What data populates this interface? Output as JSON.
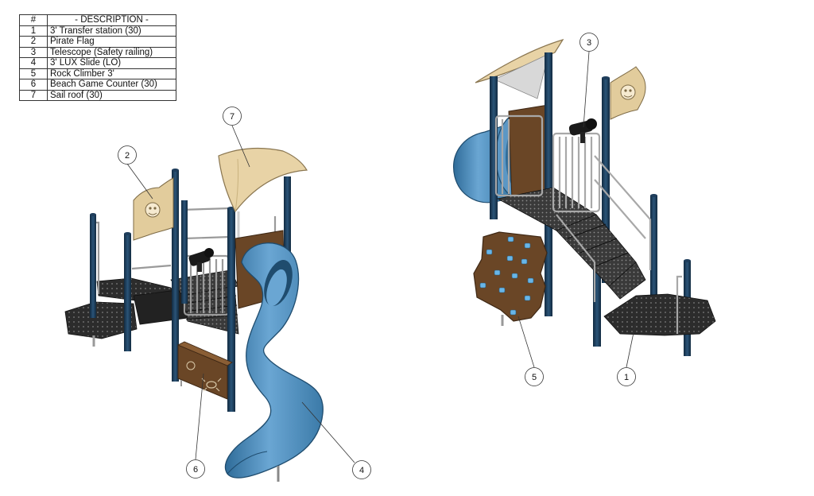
{
  "table": {
    "header_num": "#",
    "header_desc": "- DESCRIPTION -",
    "rows": [
      {
        "num": "1",
        "desc": "3' Transfer station (30)"
      },
      {
        "num": "2",
        "desc": "Pirate Flag"
      },
      {
        "num": "3",
        "desc": "Telescope (Safety railing)"
      },
      {
        "num": "4",
        "desc": "3' LUX Slide (LO)"
      },
      {
        "num": "5",
        "desc": "Rock Climber 3'"
      },
      {
        "num": "6",
        "desc": "Beach Game Counter (30)"
      },
      {
        "num": "7",
        "desc": "Sail roof (30)"
      }
    ]
  },
  "callouts": [
    "1",
    "2",
    "3",
    "4",
    "5",
    "6",
    "7"
  ],
  "colors": {
    "post": "#1f3e5c",
    "slide": "#4f8fbf",
    "slide_dark": "#2f6c99",
    "deck": "#2a2a2a",
    "panel": "#6a4626",
    "sail": "#e8d3a6",
    "rail": "#b9b9b9",
    "telescope": "#1a1a1a",
    "climber_hold": "#68b6e8"
  },
  "icons": [
    "pirate-flag-icon",
    "telescope-icon",
    "crab-icon"
  ]
}
